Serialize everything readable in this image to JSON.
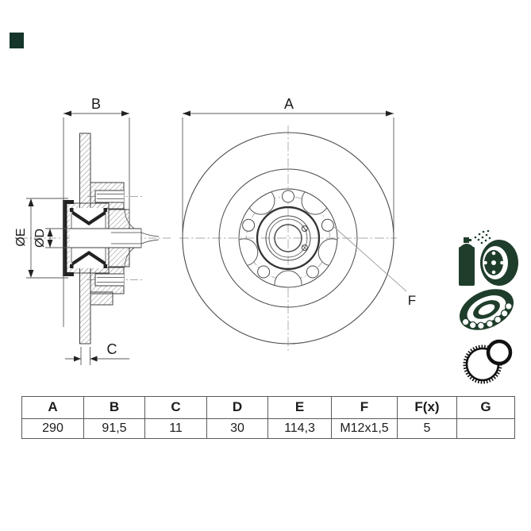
{
  "brand": {
    "logo_color": "#16352a"
  },
  "colors": {
    "line_dark": "#3f3f3f",
    "line_thin": "#6b6b6b",
    "centerline_gray": "#a9a9a9",
    "hatch_gray": "#787878",
    "fill_dark": "#222222",
    "icon_green": "#1f3d2b",
    "abs_black": "#111111"
  },
  "diagram": {
    "section_view": {
      "label_b": "B",
      "label_c": "C",
      "label_oe": "ØE",
      "label_od": "ØD"
    },
    "front_view": {
      "label_a": "A",
      "label_f": "F"
    }
  },
  "icons": [
    {
      "name": "coated-disc-spray"
    },
    {
      "name": "wheel-bearing"
    },
    {
      "name": "abs-sensor-ring"
    }
  ],
  "table": {
    "headers": [
      "A",
      "B",
      "C",
      "D",
      "E",
      "F",
      "F(x)",
      "G"
    ],
    "values": [
      "290",
      "91,5",
      "11",
      "30",
      "114,3",
      "M12x1,5",
      "5",
      ""
    ]
  }
}
